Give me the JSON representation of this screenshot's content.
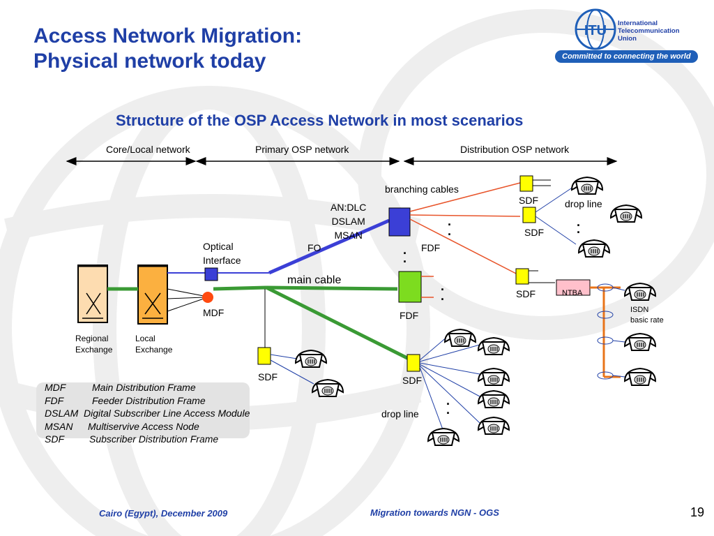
{
  "title": {
    "line1": "Access Network Migration:",
    "line2": "Physical network today"
  },
  "subtitle": "Structure of the OSP  Access Network in most scenarios",
  "logo": {
    "line1": "International",
    "line2": "Telecommunication",
    "line3": "Union",
    "tagline": "Committed to connecting the world",
    "mark": "ITU"
  },
  "sections": {
    "core": "Core/Local network",
    "primary": "Primary OSP network",
    "distribution": "Distribution OSP network"
  },
  "labels": {
    "branching_cables": "branching cables",
    "an_line1": "AN:DLC",
    "an_line2": "DSLAM",
    "an_line3": "MSAN",
    "optical_line1": "Optical",
    "optical_line2": "Interface",
    "fo": "FO",
    "fdf_top": "FDF",
    "main_cable": "main cable",
    "fdf_bottom": "FDF",
    "mdf": "MDF",
    "regional_line1": "Regional",
    "regional_line2": "Exchange",
    "local_line1": "Local",
    "local_line2": "Exchange",
    "sdf_1": "SDF",
    "sdf_2": "SDF",
    "sdf_3": "SDF",
    "sdf_4": "SDF",
    "sdf_5": "SDF",
    "drop_line_top": "drop line",
    "drop_line_bottom": "drop line",
    "ntba": "NTBA",
    "isdn_line1": "ISDN",
    "isdn_line2": "basic  rate"
  },
  "legend": [
    {
      "abbr": "MDF",
      "text": "Main Distribution Frame"
    },
    {
      "abbr": "FDF",
      "text": "Feeder Distribution Frame"
    },
    {
      "abbr": "DSLAM",
      "text": "Digital Subscriber Line Access Module"
    },
    {
      "abbr": "MSAN",
      "text": "Multiservive Access Node"
    },
    {
      "abbr": "SDF",
      "text": "Subscriber Distribution Frame"
    }
  ],
  "footer": {
    "left": "Cairo (Egypt),  December 2009",
    "center": "Migration towards NGN   -  OGS",
    "page": "19"
  },
  "colors": {
    "title": "#1f3fa6",
    "fiber": "#3b3fd6",
    "main_cable": "#3a9a34",
    "branching": "#e8542a",
    "sdf": "#ffff00",
    "fdf": "#7ddc1f",
    "mdf": "#ff4a10",
    "isdn_bus": "#e8741a",
    "ntba": "#ffc0cb"
  },
  "icons": [
    "telephone-icon",
    "cross-connect-icon",
    "itu-globe-icon"
  ]
}
